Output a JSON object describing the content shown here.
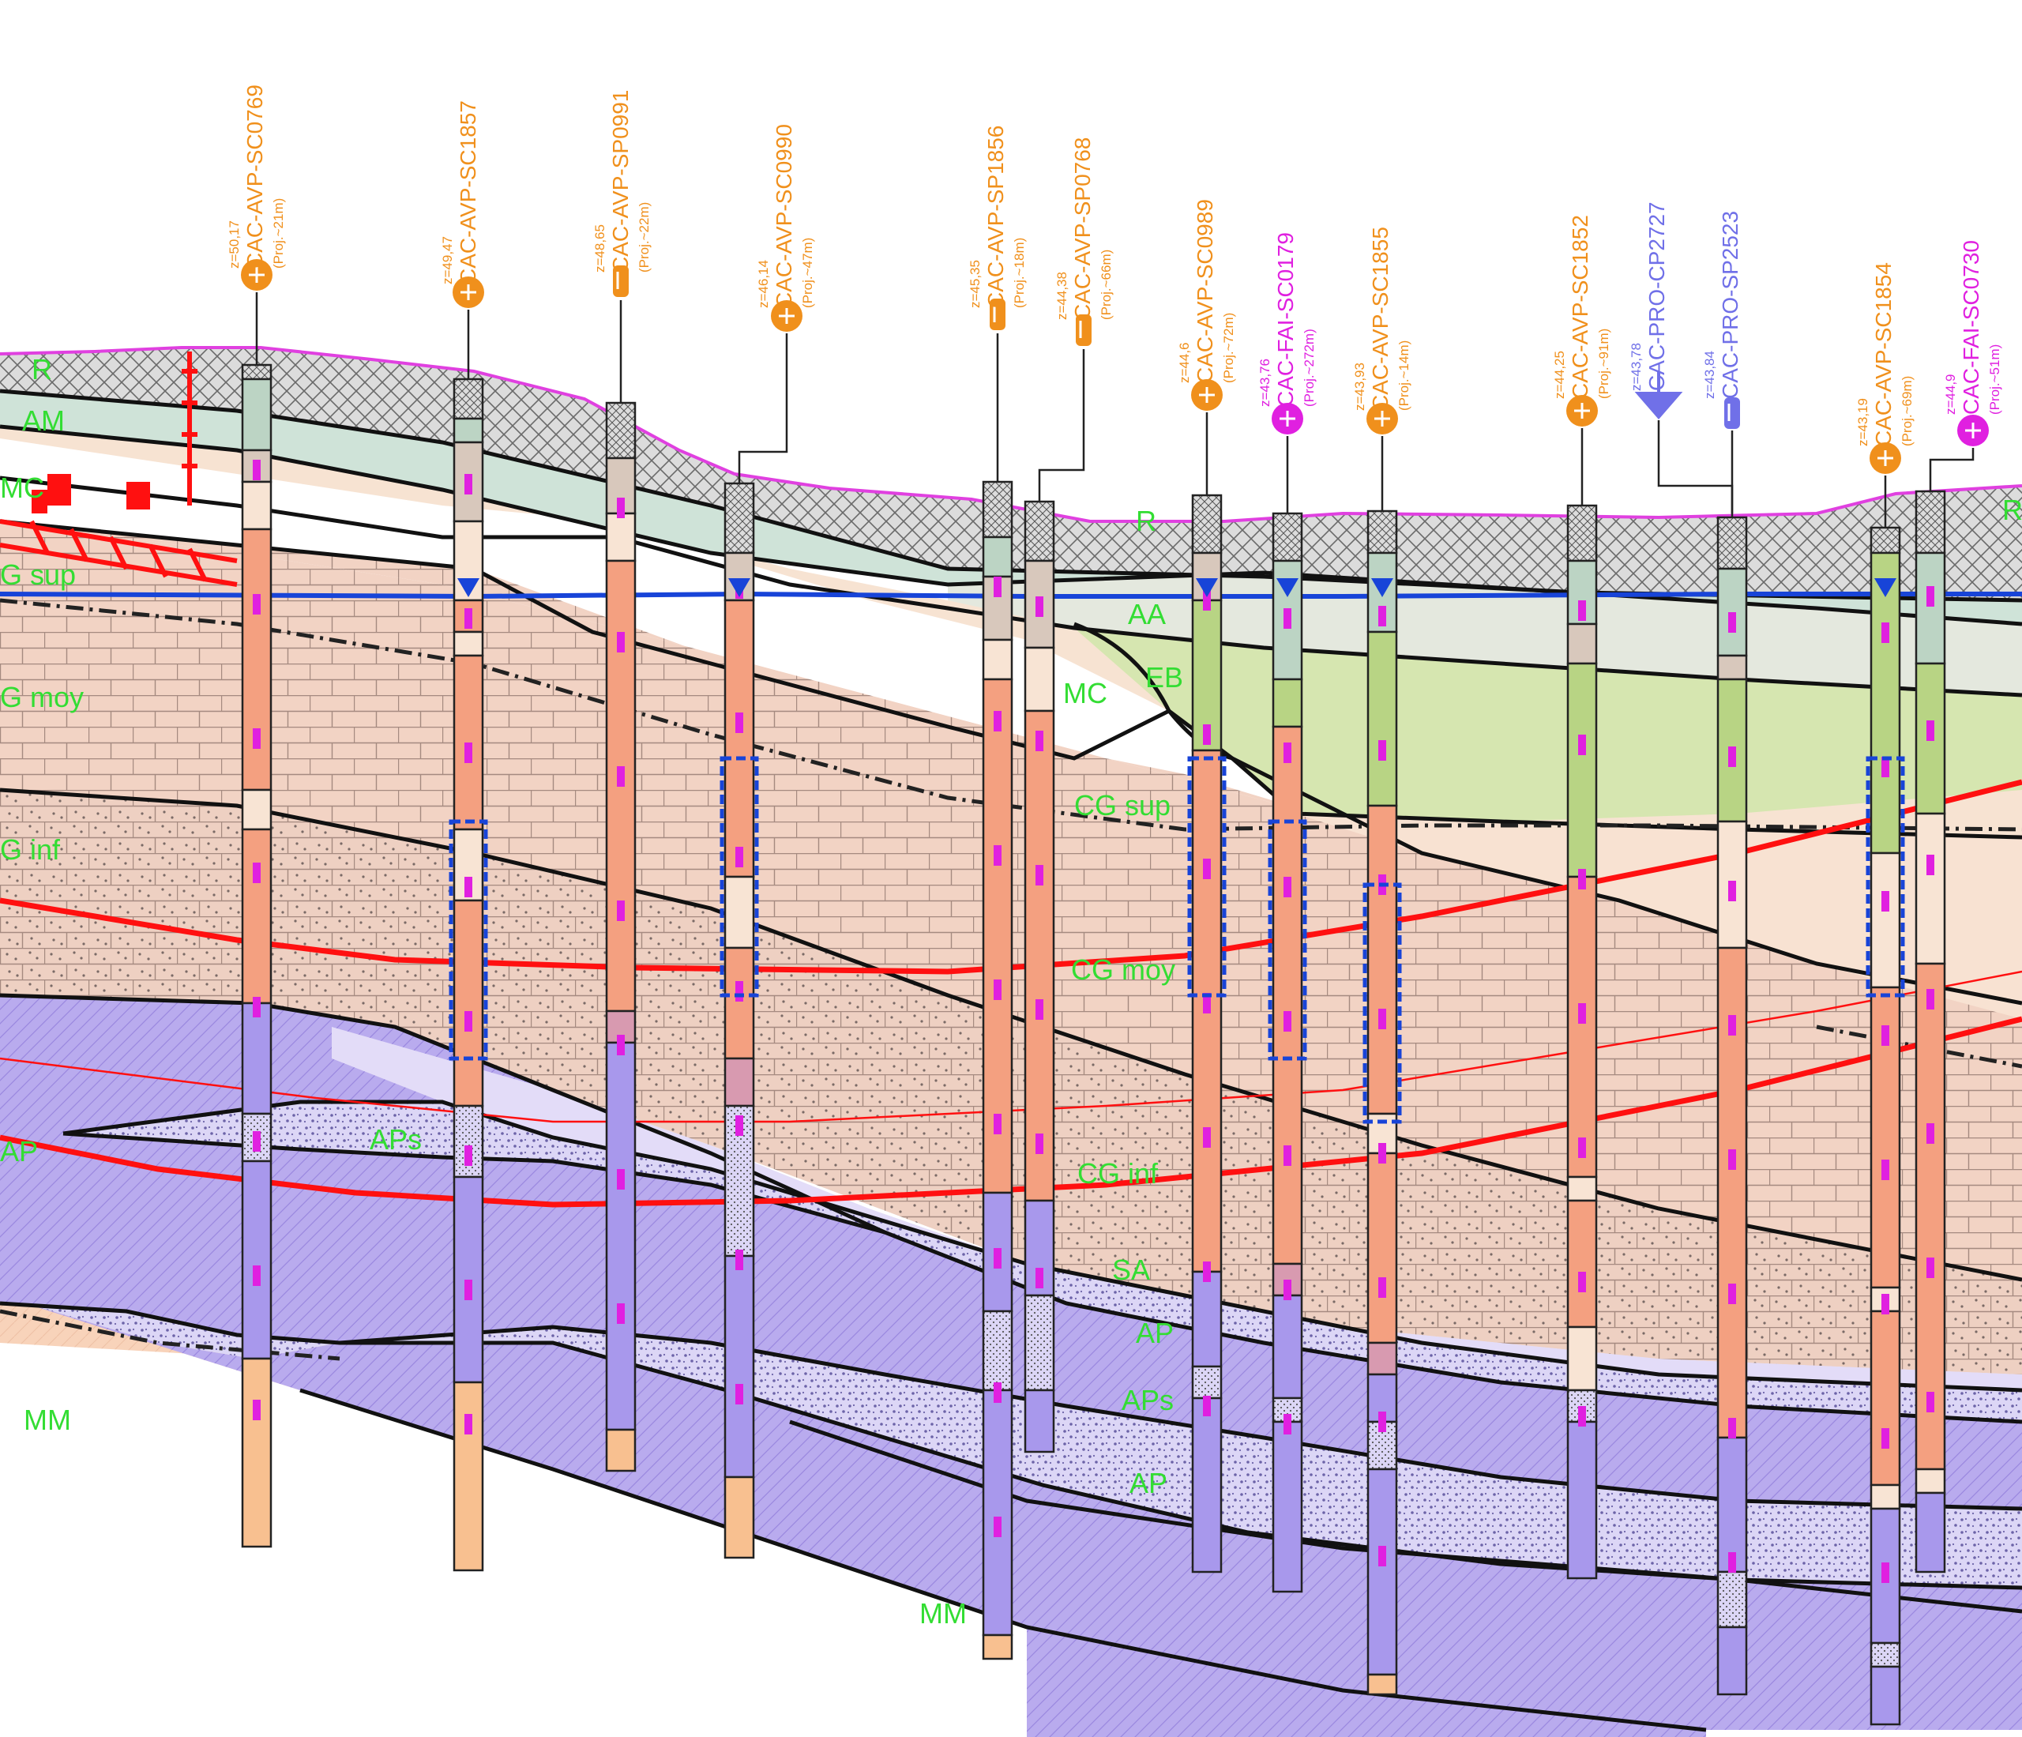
{
  "colors": {
    "R": "#d8d8d8",
    "AM": "#cfe3d8",
    "MC": "#f7e3d2",
    "CG": "#f2d2c2",
    "CGinf": "#efcfc0",
    "AP": "#b8a8ec",
    "APs": "#d8d2f4",
    "MM": "#f8d2b8",
    "EB": "#d6e6b0",
    "AA": "#e2e8dc",
    "topo": "#e040e0",
    "water": "#1844d8",
    "fault": "#ff1010",
    "label": "#33dd33",
    "orange": "#f0901c",
    "magenta": "#e020e0",
    "blue": "#7070e8"
  },
  "layer_labels": [
    {
      "id": "R-left",
      "text": "R"
    },
    {
      "id": "AM",
      "text": "AM"
    },
    {
      "id": "MC-left",
      "text": "MC"
    },
    {
      "id": "CGsup-left",
      "text": "G sup"
    },
    {
      "id": "CGmoy-left",
      "text": "G moy"
    },
    {
      "id": "CGinf-left",
      "text": "G inf"
    },
    {
      "id": "AP-left",
      "text": "AP"
    },
    {
      "id": "APs-left",
      "text": "APs"
    },
    {
      "id": "MM-left",
      "text": "MM"
    },
    {
      "id": "R-mid",
      "text": "R"
    },
    {
      "id": "AA",
      "text": "AA"
    },
    {
      "id": "MC-mid",
      "text": "MC"
    },
    {
      "id": "EB",
      "text": "EB"
    },
    {
      "id": "CGsup-mid",
      "text": "CG sup"
    },
    {
      "id": "CGmoy-mid",
      "text": "CG moy"
    },
    {
      "id": "CGinf-mid",
      "text": "CG inf"
    },
    {
      "id": "SA",
      "text": "SA"
    },
    {
      "id": "AP-mid1",
      "text": "AP"
    },
    {
      "id": "APs-mid",
      "text": "APs"
    },
    {
      "id": "AP-mid2",
      "text": "AP"
    },
    {
      "id": "MM-mid",
      "text": "MM"
    },
    {
      "id": "R-right",
      "text": "R"
    }
  ],
  "boreholes": [
    {
      "name": "CAC-AVP-SC0769",
      "z": "z=50,17",
      "proj": "(Proj.~21m)",
      "symbol": "circle",
      "color": "#f0901c"
    },
    {
      "name": "CAC-AVP-SC1857",
      "z": "z=49,47",
      "proj": "",
      "symbol": "circle",
      "color": "#f0901c"
    },
    {
      "name": "CAC-AVP-SP0991",
      "z": "z=48,65",
      "proj": "(Proj.~22m)",
      "symbol": "pin",
      "color": "#f0901c"
    },
    {
      "name": "CAC-AVP-SC0990",
      "z": "z=46,14",
      "proj": "(Proj.~47m)",
      "symbol": "circle",
      "color": "#f0901c"
    },
    {
      "name": "CAC-AVP-SP1856",
      "z": "z=45,35",
      "proj": "(Proj.~18m)",
      "symbol": "pin",
      "color": "#f0901c"
    },
    {
      "name": "CAC-AVP-SP0768",
      "z": "z=44,38",
      "proj": "(Proj.~66m)",
      "symbol": "pin",
      "color": "#f0901c"
    },
    {
      "name": "CAC-AVP-SC0989",
      "z": "z=44,6",
      "proj": "(Proj.~72m)",
      "symbol": "circle",
      "color": "#f0901c"
    },
    {
      "name": "CAC-FAI-SC0179",
      "z": "z=43,76",
      "proj": "(Proj.~272m)",
      "symbol": "circle",
      "color": "#e020e0"
    },
    {
      "name": "CAC-AVP-SC1855",
      "z": "z=43,93",
      "proj": "(Proj.~14m)",
      "symbol": "circle",
      "color": "#f0901c"
    },
    {
      "name": "CAC-AVP-SC1852",
      "z": "z=44,25",
      "proj": "(Proj.~91m)",
      "symbol": "circle",
      "color": "#f0901c"
    },
    {
      "name": "CAC-PRO-CP2727",
      "z": "z=43,78",
      "proj": "",
      "symbol": "triangle",
      "color": "#7070e8"
    },
    {
      "name": "CAC-PRO-SP2523",
      "z": "z=43,84",
      "proj": "",
      "symbol": "pin",
      "color": "#7070e8"
    },
    {
      "name": "CAC-AVP-SC1854",
      "z": "z=43,19",
      "proj": "(Proj.~69m)",
      "symbol": "circle",
      "color": "#f0901c"
    },
    {
      "name": "CAC-FAI-SC0730",
      "z": "z=44,9",
      "proj": "(Proj.~51m)",
      "symbol": "circle",
      "color": "#e020e0"
    }
  ]
}
